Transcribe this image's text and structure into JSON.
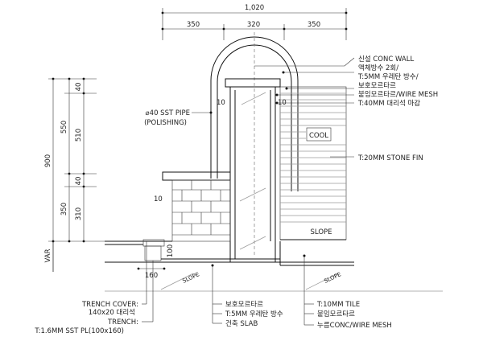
{
  "dimensions": {
    "top_total": "1,020",
    "top_left": "350",
    "top_mid": "320",
    "top_right": "350",
    "left_total": "900",
    "left_upper": "550",
    "left_lower": "350",
    "inner_40_top": "40",
    "inner_510": "510",
    "inner_40_mid": "40",
    "inner_310": "310",
    "bottom_var": "VAR",
    "bottom_160": "160",
    "trench_100": "100",
    "mark_10_a": "10",
    "mark_10_b": "10",
    "mark_10_c": "10"
  },
  "labels": {
    "conc_wall": "신설 CONC WALL",
    "waterproof_2": "액체방수 2회/",
    "urethane_5": "T:5MM 우레탄 방수/",
    "protect_mortar": "보호모르타르",
    "wire_mesh": "붙임모르타르/WIRE MESH",
    "marble_40": "T:40MM 대리석 마감",
    "sst_pipe": "⌀40 SST PIPE",
    "polishing": "(POLISHING)",
    "cool": "COOL",
    "stone_fin": "T:20MM STONE FIN",
    "slope": "SLOPE",
    "trench_cover": "TRENCH COVER:",
    "trench_cover_2": "140x20 대리석",
    "trench": "TRENCH:",
    "trench_2": "T:1.6MM SST PL(100x160)",
    "b_protect": "보호모르타르",
    "b_urethane": "T:5MM 우레탄 방수",
    "b_slab": "건축 SLAB",
    "b_tile": "T:10MM TILE",
    "b_mortar": "붙임모르타르",
    "b_conc_mesh": "누름CONC/WIRE MESH",
    "slope_mark": "SLOPE"
  }
}
